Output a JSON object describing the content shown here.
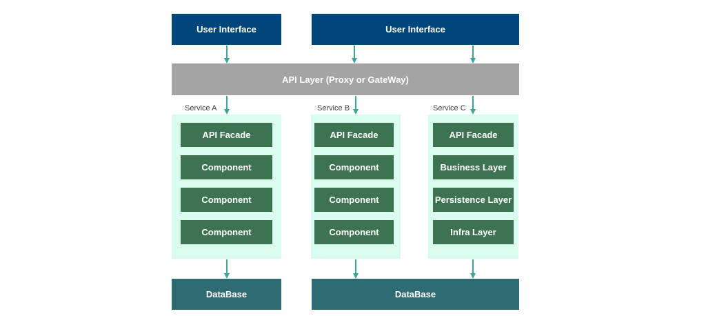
{
  "ui": {
    "left_label": "User Interface",
    "right_label": "User Interface"
  },
  "api": {
    "label": "API Layer (Proxy or GateWay)"
  },
  "services": [
    {
      "name": "Service A",
      "blocks": [
        "API Facade",
        "Component",
        "Component",
        "Component"
      ]
    },
    {
      "name": "Service B",
      "blocks": [
        "API Facade",
        "Component",
        "Component",
        "Component"
      ]
    },
    {
      "name": "Service C",
      "blocks": [
        "API Facade",
        "Business Layer",
        "Persistence Layer",
        "Infra Layer"
      ]
    }
  ],
  "db": {
    "left_label": "DataBase",
    "right_label": "DataBase"
  },
  "colors": {
    "ui": "#00467a",
    "api": "#a4a4a4",
    "service_bg": "#d9fcef",
    "block": "#3d7351",
    "db": "#2f6b72",
    "arrow": "#3aa59b"
  }
}
